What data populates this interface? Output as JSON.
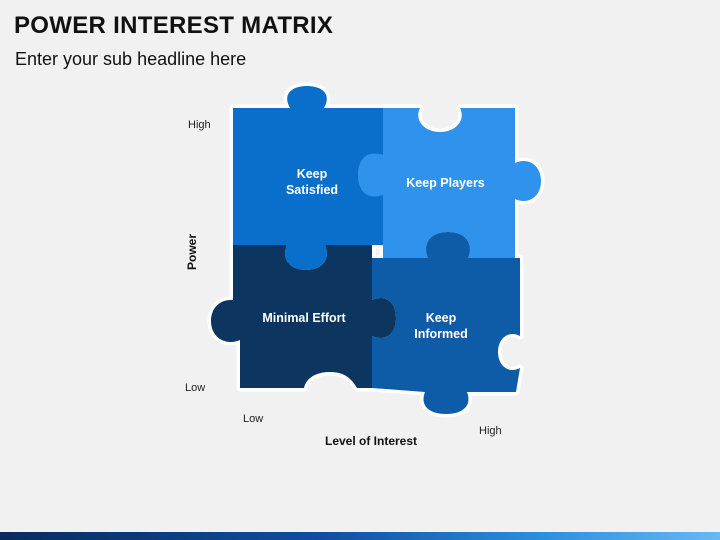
{
  "title": "POWER INTEREST MATRIX",
  "subtitle": "Enter your sub headline here",
  "axes": {
    "y_title": "Power",
    "y_high": "High",
    "y_low": "Low",
    "x_title": "Level of Interest",
    "x_low": "Low",
    "x_high": "High"
  },
  "quadrants": {
    "top_left": {
      "line1": "Keep",
      "line2": "Satisfied",
      "color": "#0a6fca"
    },
    "top_right": {
      "line1": "Keep Players",
      "color": "#2f93ee"
    },
    "bottom_left": {
      "line1": "Minimal Effort",
      "color": "#0c3560"
    },
    "bottom_right": {
      "line1": "Keep",
      "line2": "Informed",
      "color": "#0e5ba8"
    }
  }
}
